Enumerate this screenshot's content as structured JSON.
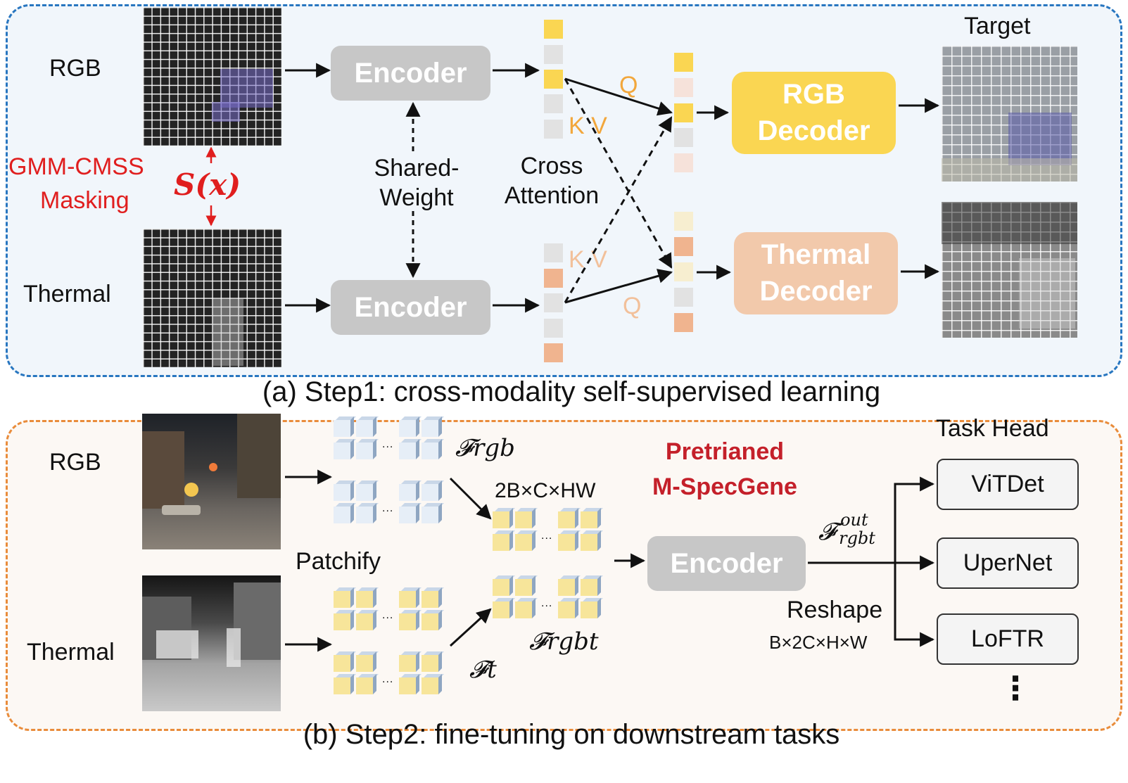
{
  "step1": {
    "rgb_label": "RGB",
    "thermal_label": "Thermal",
    "masking_label_line1": "GMM-CMSS",
    "masking_label_line2": "Masking",
    "score_label": "S(x)",
    "encoder_top": "Encoder",
    "encoder_bottom": "Encoder",
    "shared_weight_line1": "Shared-",
    "shared_weight_line2": "Weight",
    "cross_attention_line1": "Cross",
    "cross_attention_line2": "Attention",
    "q_top": "Q",
    "kv_top": "K V",
    "kv_bottom": "K V",
    "q_bottom": "Q",
    "rgb_decoder_line1": "RGB",
    "rgb_decoder_line2": "Decoder",
    "thermal_decoder_line1": "Thermal",
    "thermal_decoder_line2": "Decoder",
    "target_label": "Target",
    "caption": "(a) Step1: cross-modality self-supervised learning"
  },
  "step2": {
    "rgb_label": "RGB",
    "thermal_label": "Thermal",
    "patchify_label": "Patchify",
    "f_rgb": "𝓕rgb",
    "f_t": "𝓕t",
    "f_rgbt": "𝓕rgbt",
    "shape_label": "2B×C×HW",
    "pretrained_line1": "Pretrianed",
    "pretrained_line2": "M-SpecGene",
    "encoder": "Encoder",
    "f_out": "𝓕",
    "f_out_sup": "out",
    "f_out_sub": "rgbt",
    "reshape_label": "Reshape",
    "reshape_shape": "B×2C×H×W",
    "task_head_label": "Task Head",
    "heads": [
      "ViTDet",
      "UperNet",
      "LoFTR"
    ],
    "ellipsis": "⋮",
    "caption": "(b) Step2: fine-tuning on downstream tasks"
  },
  "colors": {
    "panel_a_border": "#2876c0",
    "panel_b_border": "#e98c3b",
    "rgb_token": "#fad652",
    "thermal_token": "#f0b48f",
    "masked_token": "#e2e2e2",
    "encoder": "#c7c7c7",
    "highlight_red": "#e01e1e"
  }
}
